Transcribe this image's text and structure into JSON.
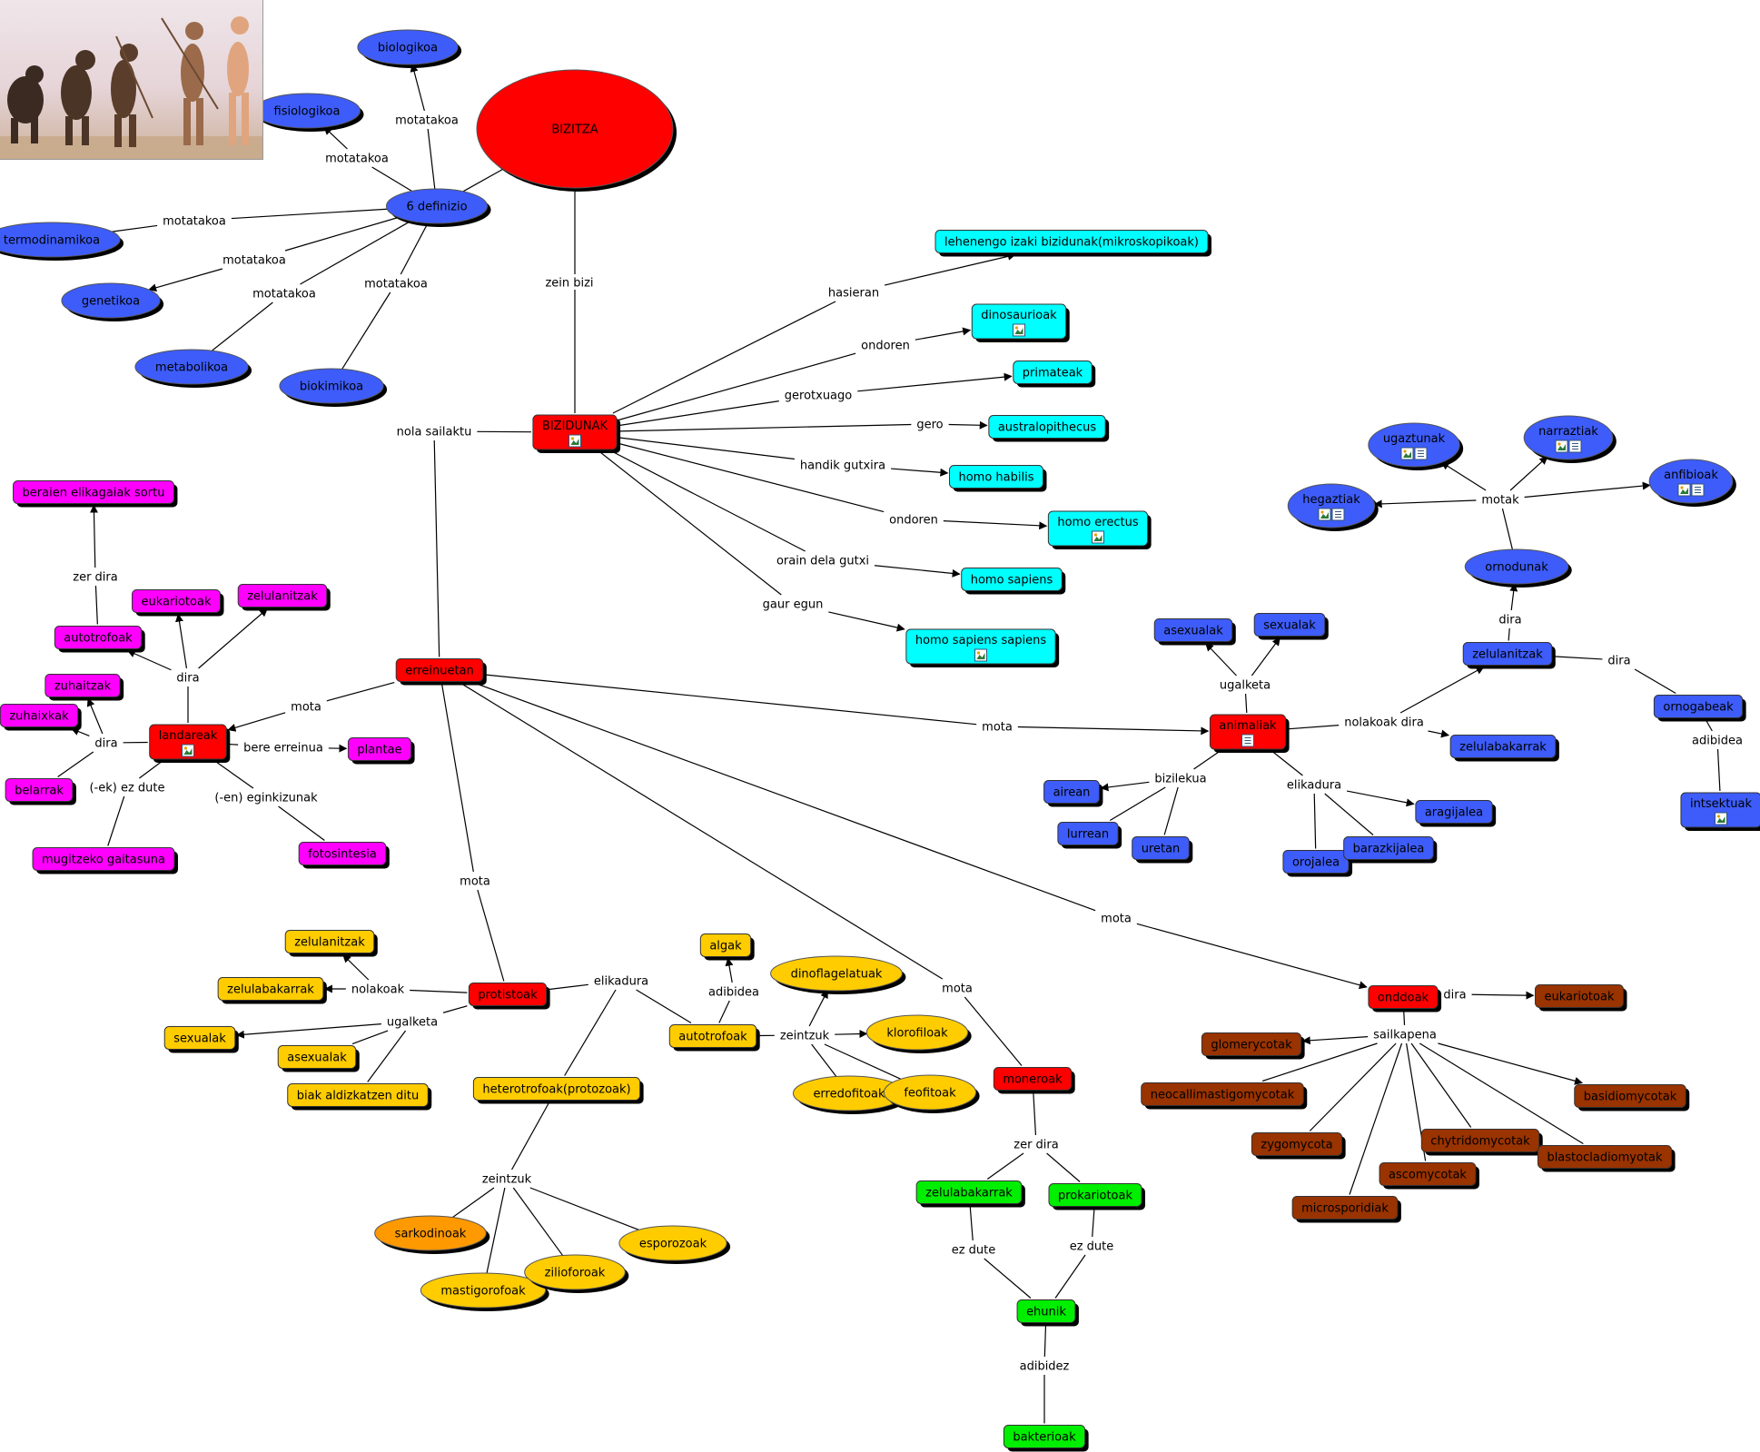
{
  "palette": {
    "red": "#ff0000",
    "blue": "#3d5cfa",
    "cyan": "#00ffff",
    "magenta": "#ff00ff",
    "yellow": "#ffcc00",
    "orange": "#ff9900",
    "green": "#00ee00",
    "brown": "#993300"
  },
  "image_icon": "picture-icon",
  "doc_icon": "document-icon",
  "photo": {
    "name": "evolution-photo",
    "icon": "human-evolution-image"
  },
  "nodes": [
    {
      "id": "bizitza",
      "text": "BIZITZA",
      "shape": "ellipse",
      "color": "red"
    },
    {
      "id": "bizidunak",
      "text": "BIZIDUNAK",
      "shape": "box",
      "color": "red",
      "icons": [
        "img"
      ]
    },
    {
      "id": "definizio",
      "text": "6 definizio",
      "shape": "ellipse",
      "color": "blue"
    },
    {
      "id": "biologikoa",
      "text": "biologikoa",
      "shape": "ellipse",
      "color": "blue"
    },
    {
      "id": "fisiologikoa",
      "text": "fisiologikoa",
      "shape": "ellipse",
      "color": "blue"
    },
    {
      "id": "termodinamikoa",
      "text": "termodinamikoa",
      "shape": "ellipse",
      "color": "blue"
    },
    {
      "id": "genetikoa",
      "text": "genetikoa",
      "shape": "ellipse",
      "color": "blue"
    },
    {
      "id": "metabolikoa",
      "text": "metabolikoa",
      "shape": "ellipse",
      "color": "blue"
    },
    {
      "id": "biokimikoa",
      "text": "biokimikoa",
      "shape": "ellipse",
      "color": "blue"
    },
    {
      "id": "lehenengo",
      "text": "lehenengo izaki bizidunak(mikroskopikoak)",
      "shape": "box",
      "color": "cyan"
    },
    {
      "id": "dinosaurioak",
      "text": "dinosaurioak",
      "shape": "box",
      "color": "cyan",
      "icons": [
        "img"
      ]
    },
    {
      "id": "primateak",
      "text": "primateak",
      "shape": "box",
      "color": "cyan"
    },
    {
      "id": "australopithecus",
      "text": "australopithecus",
      "shape": "box",
      "color": "cyan"
    },
    {
      "id": "habilis",
      "text": "homo habilis",
      "shape": "box",
      "color": "cyan"
    },
    {
      "id": "erectus",
      "text": "homo erectus",
      "shape": "box",
      "color": "cyan",
      "icons": [
        "img"
      ]
    },
    {
      "id": "sapiens",
      "text": "homo sapiens",
      "shape": "box",
      "color": "cyan"
    },
    {
      "id": "sapiens2",
      "text": "homo sapiens sapiens",
      "shape": "box",
      "color": "cyan",
      "icons": [
        "img"
      ]
    },
    {
      "id": "erreinuetan",
      "text": "erreinuetan",
      "shape": "box",
      "color": "red"
    },
    {
      "id": "landareak",
      "text": "landareak",
      "shape": "box",
      "color": "red",
      "icons": [
        "img"
      ]
    },
    {
      "id": "elikagaiak",
      "text": "beraien elikagaiak sortu",
      "shape": "box",
      "color": "magenta"
    },
    {
      "id": "autotrofoak_m",
      "text": "autotrofoak",
      "shape": "box",
      "color": "magenta"
    },
    {
      "id": "eukariotoak_m",
      "text": "eukariotoak",
      "shape": "box",
      "color": "magenta"
    },
    {
      "id": "zelulanitzak_m",
      "text": "zelulanitzak",
      "shape": "box",
      "color": "magenta"
    },
    {
      "id": "zuhaitzak",
      "text": "zuhaitzak",
      "shape": "box",
      "color": "magenta"
    },
    {
      "id": "zuhaixkak",
      "text": "zuhaixkak",
      "shape": "box",
      "color": "magenta"
    },
    {
      "id": "belarrak",
      "text": "belarrak",
      "shape": "box",
      "color": "magenta"
    },
    {
      "id": "plantae",
      "text": "plantae",
      "shape": "box",
      "color": "magenta"
    },
    {
      "id": "mugitzeko",
      "text": "mugitzeko gaitasuna",
      "shape": "box",
      "color": "magenta"
    },
    {
      "id": "fotosintesia",
      "text": "fotosintesia",
      "shape": "box",
      "color": "magenta"
    },
    {
      "id": "animaliak",
      "text": "animaliak",
      "shape": "box",
      "color": "red",
      "icons": [
        "doc"
      ]
    },
    {
      "id": "asexualak_b",
      "text": "asexualak",
      "shape": "box",
      "color": "blue"
    },
    {
      "id": "sexualak_b",
      "text": "sexualak",
      "shape": "box",
      "color": "blue"
    },
    {
      "id": "airean",
      "text": "airean",
      "shape": "box",
      "color": "blue"
    },
    {
      "id": "lurrean",
      "text": "lurrean",
      "shape": "box",
      "color": "blue"
    },
    {
      "id": "uretan",
      "text": "uretan",
      "shape": "box",
      "color": "blue"
    },
    {
      "id": "orojalea",
      "text": "orojalea",
      "shape": "box",
      "color": "blue"
    },
    {
      "id": "barazkijalea",
      "text": "barazkijalea",
      "shape": "box",
      "color": "blue"
    },
    {
      "id": "aragijalea",
      "text": "aragijalea",
      "shape": "box",
      "color": "blue"
    },
    {
      "id": "zelulanitzak_b",
      "text": "zelulanitzak",
      "shape": "box",
      "color": "blue"
    },
    {
      "id": "zelulabakarrak_b",
      "text": "zelulabakarrak",
      "shape": "box",
      "color": "blue"
    },
    {
      "id": "ornodunak",
      "text": "ornodunak",
      "shape": "ellipse",
      "color": "blue"
    },
    {
      "id": "ornogabeak",
      "text": "ornogabeak",
      "shape": "box",
      "color": "blue"
    },
    {
      "id": "intsektuak",
      "text": "intsektuak",
      "shape": "box",
      "color": "blue",
      "icons": [
        "img"
      ]
    },
    {
      "id": "ugaztunak",
      "text": "ugaztunak",
      "shape": "ellipse",
      "color": "blue",
      "icons": [
        "img",
        "doc"
      ]
    },
    {
      "id": "narraztiak",
      "text": "narraztiak",
      "shape": "ellipse",
      "color": "blue",
      "icons": [
        "img",
        "doc"
      ]
    },
    {
      "id": "hegaztiak",
      "text": "hegaztiak",
      "shape": "ellipse",
      "color": "blue",
      "icons": [
        "img",
        "doc"
      ]
    },
    {
      "id": "anfibioak",
      "text": "anfibioak",
      "shape": "ellipse",
      "color": "blue",
      "icons": [
        "img",
        "doc"
      ]
    },
    {
      "id": "protistoak",
      "text": "protistoak",
      "shape": "box",
      "color": "red"
    },
    {
      "id": "zelulanitzak_y",
      "text": "zelulanitzak",
      "shape": "box",
      "color": "yellow"
    },
    {
      "id": "zelulabakarrak_y",
      "text": "zelulabakarrak",
      "shape": "box",
      "color": "yellow"
    },
    {
      "id": "sexualak_y",
      "text": "sexualak",
      "shape": "box",
      "color": "yellow"
    },
    {
      "id": "asexualak_y",
      "text": "asexualak",
      "shape": "box",
      "color": "yellow"
    },
    {
      "id": "biak",
      "text": "biak aldizkatzen ditu",
      "shape": "box",
      "color": "yellow"
    },
    {
      "id": "heterotrofoak",
      "text": "heterotrofoak(protozoak)",
      "shape": "box",
      "color": "yellow"
    },
    {
      "id": "autotrofoak_y",
      "text": "autotrofoak",
      "shape": "box",
      "color": "yellow"
    },
    {
      "id": "algak",
      "text": "algak",
      "shape": "box",
      "color": "yellow"
    },
    {
      "id": "dinoflagelatuak",
      "text": "dinoflagelatuak",
      "shape": "ellipse",
      "color": "yellow"
    },
    {
      "id": "klorofiloak",
      "text": "klorofiloak",
      "shape": "ellipse",
      "color": "yellow"
    },
    {
      "id": "erredofitoak",
      "text": "erredofitoak",
      "shape": "ellipse",
      "color": "yellow"
    },
    {
      "id": "feofitoak",
      "text": "feofitoak",
      "shape": "ellipse",
      "color": "yellow"
    },
    {
      "id": "sarkodinoak",
      "text": "sarkodinoak",
      "shape": "ellipse",
      "color": "orange"
    },
    {
      "id": "mastigorofoak",
      "text": "mastigorofoak",
      "shape": "ellipse",
      "color": "yellow"
    },
    {
      "id": "zilioforoak",
      "text": "zilioforoak",
      "shape": "ellipse",
      "color": "yellow"
    },
    {
      "id": "esporozoak",
      "text": "esporozoak",
      "shape": "ellipse",
      "color": "yellow"
    },
    {
      "id": "moneroak",
      "text": "moneroak",
      "shape": "box",
      "color": "red"
    },
    {
      "id": "zelulabakarrak_g",
      "text": "zelulabakarrak",
      "shape": "box",
      "color": "green"
    },
    {
      "id": "prokariotoak",
      "text": "prokariotoak",
      "shape": "box",
      "color": "green"
    },
    {
      "id": "ehunik",
      "text": "ehunik",
      "shape": "box",
      "color": "green"
    },
    {
      "id": "bakterioak",
      "text": "bakterioak",
      "shape": "box",
      "color": "green"
    },
    {
      "id": "onddoak",
      "text": "onddoak",
      "shape": "box",
      "color": "red"
    },
    {
      "id": "eukariotoak_r",
      "text": "eukariotoak",
      "shape": "box",
      "color": "brown"
    },
    {
      "id": "glomerycotak",
      "text": "glomerycotak",
      "shape": "box",
      "color": "brown"
    },
    {
      "id": "neocalli",
      "text": "neocallimastigomycotak",
      "shape": "box",
      "color": "brown"
    },
    {
      "id": "zygomycota",
      "text": "zygomycota",
      "shape": "box",
      "color": "brown"
    },
    {
      "id": "microsporidiak",
      "text": "microsporidiak",
      "shape": "box",
      "color": "brown"
    },
    {
      "id": "ascomycotak",
      "text": "ascomycotak",
      "shape": "box",
      "color": "brown"
    },
    {
      "id": "chytridomycotak",
      "text": "chytridomycotak",
      "shape": "box",
      "color": "brown"
    },
    {
      "id": "blastocladiomyotak",
      "text": "blastocladiomyotak",
      "shape": "box",
      "color": "brown"
    },
    {
      "id": "basidiomycotak",
      "text": "basidiomycotak",
      "shape": "box",
      "color": "brown"
    }
  ],
  "links": [
    {
      "id": "l_zein",
      "text": "zein bizi"
    },
    {
      "id": "l_mot1",
      "text": "motatakoa"
    },
    {
      "id": "l_mot2",
      "text": "motatakoa"
    },
    {
      "id": "l_mot3",
      "text": "motatakoa"
    },
    {
      "id": "l_mot4",
      "text": "motatakoa"
    },
    {
      "id": "l_mot5",
      "text": "motatakoa"
    },
    {
      "id": "l_mot6",
      "text": "motatakoa"
    },
    {
      "id": "l_hasieran",
      "text": "hasieran"
    },
    {
      "id": "l_ondoren1",
      "text": "ondoren"
    },
    {
      "id": "l_gerotx",
      "text": "gerotxuago"
    },
    {
      "id": "l_gero",
      "text": "gero"
    },
    {
      "id": "l_handik",
      "text": "handik gutxira"
    },
    {
      "id": "l_ondoren2",
      "text": "ondoren"
    },
    {
      "id": "l_orain",
      "text": "orain dela gutxi"
    },
    {
      "id": "l_gaur",
      "text": "gaur egun"
    },
    {
      "id": "l_nola",
      "text": "nola sailaktu"
    },
    {
      "id": "l_mota_land",
      "text": "mota"
    },
    {
      "id": "l_mota_anim",
      "text": "mota"
    },
    {
      "id": "l_mota_prot",
      "text": "mota"
    },
    {
      "id": "l_mota_mon",
      "text": "mota"
    },
    {
      "id": "l_mota_ond",
      "text": "mota"
    },
    {
      "id": "l_dira_l1",
      "text": "dira"
    },
    {
      "id": "l_dira_l2",
      "text": "dira"
    },
    {
      "id": "l_zerdira_l",
      "text": "zer dira"
    },
    {
      "id": "l_bere",
      "text": "bere erreinua"
    },
    {
      "id": "l_ek",
      "text": "(-ek) ez dute"
    },
    {
      "id": "l_en",
      "text": "(-en) eginkizunak"
    },
    {
      "id": "l_ugalketa_a",
      "text": "ugalketa"
    },
    {
      "id": "l_bizilekua",
      "text": "bizilekua"
    },
    {
      "id": "l_elikadura_a",
      "text": "elikadura"
    },
    {
      "id": "l_nolakoak_a",
      "text": "nolakoak dira"
    },
    {
      "id": "l_dira_z",
      "text": "dira"
    },
    {
      "id": "l_dira_zo",
      "text": "dira"
    },
    {
      "id": "l_adibidea_o",
      "text": "adibidea"
    },
    {
      "id": "l_motak",
      "text": "motak"
    },
    {
      "id": "l_nolakoak_p",
      "text": "nolakoak"
    },
    {
      "id": "l_ugalketa_p",
      "text": "ugalketa"
    },
    {
      "id": "l_elikadura_p",
      "text": "elikadura"
    },
    {
      "id": "l_adibidea_p",
      "text": "adibidea"
    },
    {
      "id": "l_zeintzuk_a",
      "text": "zeintzuk"
    },
    {
      "id": "l_zeintzuk_h",
      "text": "zeintzuk"
    },
    {
      "id": "l_zerdira_m",
      "text": "zer dira"
    },
    {
      "id": "l_ezdute1",
      "text": "ez dute"
    },
    {
      "id": "l_ezdute2",
      "text": "ez dute"
    },
    {
      "id": "l_adibidez",
      "text": "adibidez"
    },
    {
      "id": "l_dira_o",
      "text": "dira"
    },
    {
      "id": "l_sailkapena",
      "text": "sailkapena"
    }
  ]
}
